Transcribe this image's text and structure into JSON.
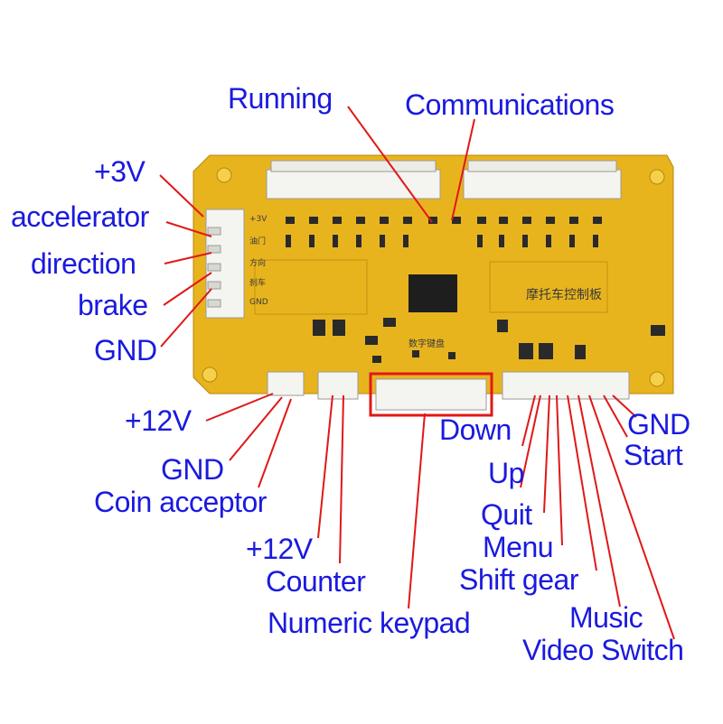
{
  "board": {
    "title_cn": "摩托车控制板",
    "keypad_cn": "数字键盘",
    "silk_3v": "+3V",
    "silk_accel": "油门",
    "silk_dir": "方向",
    "silk_brake": "刹车",
    "silk_gnd": "GND"
  },
  "labels": {
    "running": "Running",
    "communications": "Communications",
    "plus3v": "+3V",
    "accelerator": "accelerator",
    "direction": "direction",
    "brake": "brake",
    "gnd_left": "GND",
    "plus12v_a": "+12V",
    "gnd_mid": "GND",
    "coin_acceptor": "Coin acceptor",
    "plus12v_b": "+12V",
    "counter": "Counter",
    "numeric_keypad": "Numeric keypad",
    "down": "Down",
    "up": "Up",
    "quit": "Quit",
    "menu": "Menu",
    "shift_gear": "Shift gear",
    "music": "Music",
    "video_switch": "Video Switch",
    "gnd_right": "GND",
    "start": "Start"
  },
  "colors": {
    "label": "#1a1adf",
    "leader": "#e01818",
    "pcb": "#e8b41e",
    "connector": "#f4f4f0",
    "highlight": "#e01818"
  }
}
